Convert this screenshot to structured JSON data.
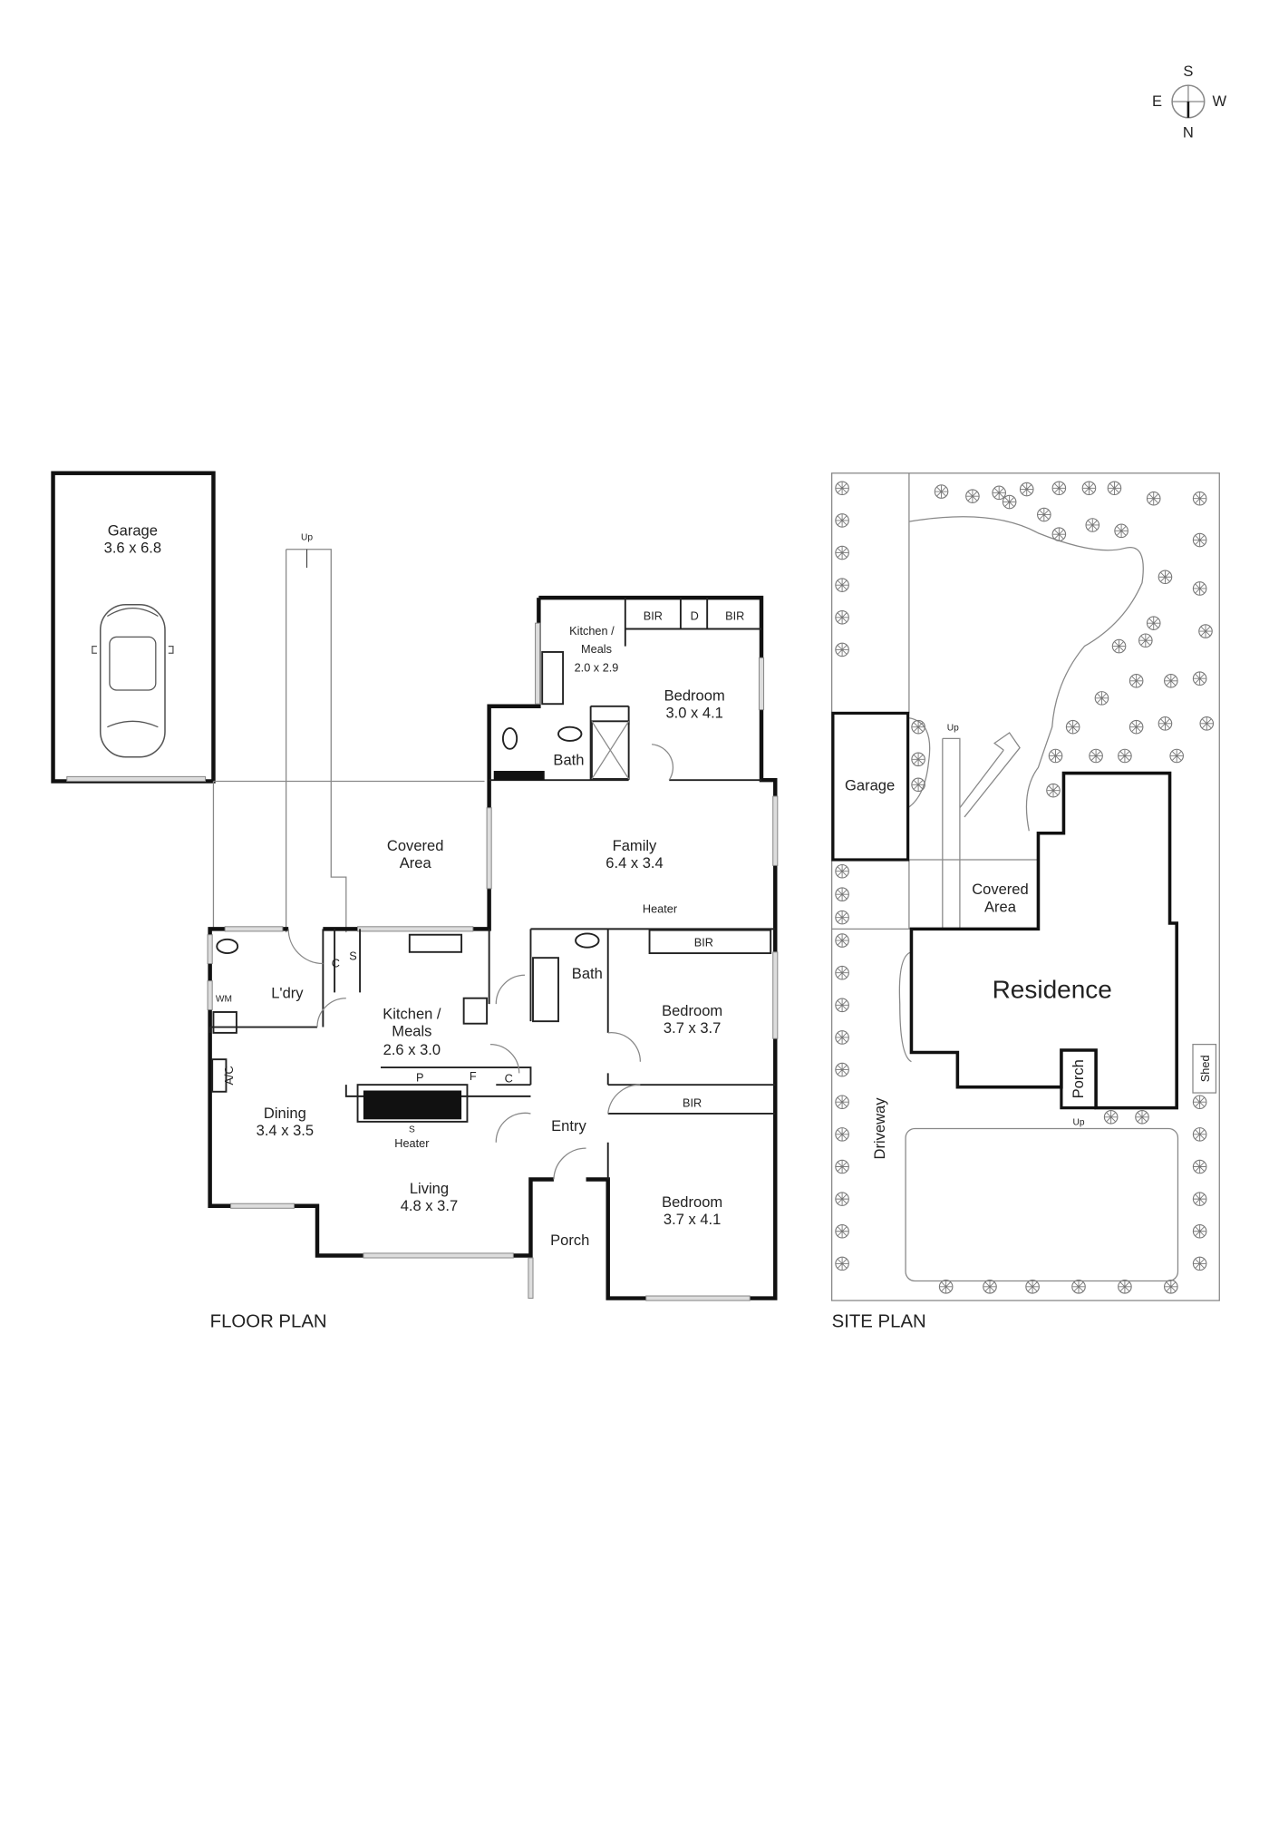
{
  "compass": {
    "n": "N",
    "s": "S",
    "e": "E",
    "w": "W"
  },
  "floor_plan": {
    "title": "FLOOR PLAN",
    "ramp_up": "Up",
    "garage": {
      "name": "Garage",
      "size": "3.6 x 6.8"
    },
    "covered_area": {
      "line1": "Covered",
      "line2": "Area"
    },
    "kitchenette": {
      "line1": "Kitchen /",
      "line2": "Meals",
      "size": "2.0 x 2.9"
    },
    "bir_top_left": "BIR",
    "d_top": "D",
    "bir_top_right": "BIR",
    "bedroom_rear": {
      "name": "Bedroom",
      "size": "3.0 x 4.1"
    },
    "bath_rear": "Bath",
    "family": {
      "name": "Family",
      "size": "6.4 x 3.4"
    },
    "heater_family": "Heater",
    "bir_mid": "BIR",
    "bath_main": "Bath",
    "bedroom_mid": {
      "name": "Bedroom",
      "size": "3.7 x 3.7"
    },
    "bir_front": "BIR",
    "bedroom_front": {
      "name": "Bedroom",
      "size": "3.7 x 4.1"
    },
    "laundry": "L'dry",
    "wm": "WM",
    "c1": "C",
    "s1": "S",
    "kitchen": {
      "line1": "Kitchen /",
      "line2": "Meals",
      "size": "2.6 x 3.0"
    },
    "ac": "A/C",
    "pantry": "P",
    "fridge": "F",
    "c2": "C",
    "s_heater": "S",
    "heater_living": "Heater",
    "dining": {
      "name": "Dining",
      "size": "3.4 x 3.5"
    },
    "living": {
      "name": "Living",
      "size": "4.8 x 3.7"
    },
    "entry": "Entry",
    "porch": "Porch"
  },
  "site_plan": {
    "title": "SITE PLAN",
    "garage": "Garage",
    "up": "Up",
    "covered_area": {
      "line1": "Covered",
      "line2": "Area"
    },
    "residence": "Residence",
    "porch": "Porch",
    "porch_up": "Up",
    "driveway": "Driveway",
    "shed": "Shed"
  }
}
